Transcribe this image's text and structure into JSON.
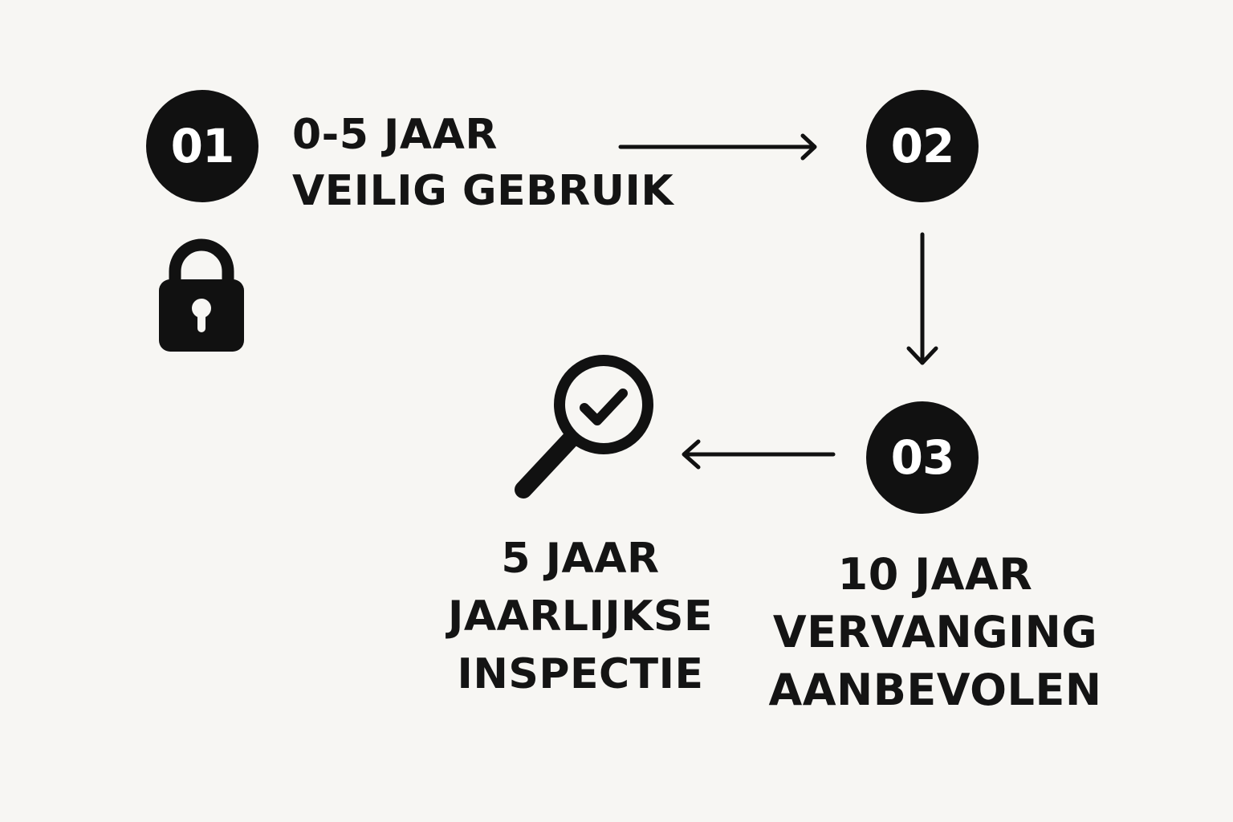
{
  "steps": [
    {
      "number": "01",
      "lines": [
        "0-5 JAAR",
        "VEILIG GEBRUIK"
      ],
      "icon": "lock-icon"
    },
    {
      "number": "02"
    },
    {
      "number": "03",
      "lines": [
        "10 JAAR",
        "VERVANGING",
        "AANBEVOLEN"
      ]
    }
  ],
  "inspection": {
    "lines": [
      "5 JAAR",
      "JAARLIJKSE",
      "INSPECTIE"
    ],
    "icon": "magnifier-check-icon"
  },
  "colors": {
    "background": "#f7f6f3",
    "badge": "#111111",
    "badge_text": "#ffffff",
    "text": "#141414"
  }
}
